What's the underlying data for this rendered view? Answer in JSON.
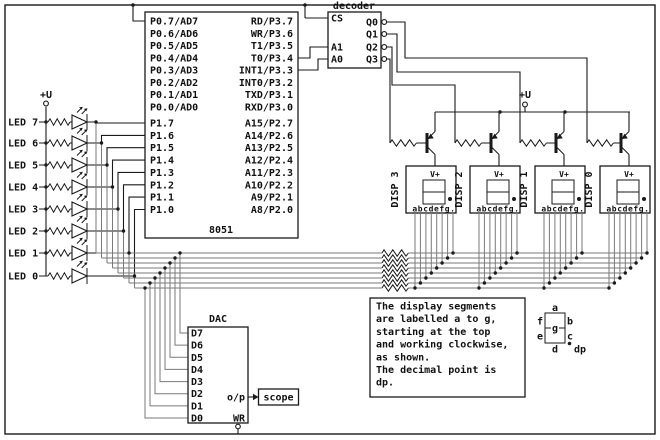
{
  "colors": {
    "background": "#ffffff",
    "ink": "#1a1a1a",
    "bus_wire": "#7a7a7a"
  },
  "power": {
    "label": "+U"
  },
  "mcu": {
    "name": "8051",
    "left_pins": [
      "P0.7/AD7",
      "P0.6/AD6",
      "P0.5/AD5",
      "P0.4/AD4",
      "P0.3/AD3",
      "P0.2/AD2",
      "P0.1/AD1",
      "P0.0/AD0",
      "P1.7",
      "P1.6",
      "P1.5",
      "P1.4",
      "P1.3",
      "P1.2",
      "P1.1",
      "P1.0"
    ],
    "right_pins": [
      "RD/P3.7",
      "WR/P3.6",
      "T1/P3.5",
      "T0/P3.4",
      "INT1/P3.3",
      "INT0/P3.2",
      "TXD/P3.1",
      "RXD/P3.0",
      "A15/P2.7",
      "A14/P2.6",
      "A13/P2.5",
      "A12/P2.4",
      "A11/P2.3",
      "A10/P2.2",
      "A9/P2.1",
      "A8/P2.0"
    ]
  },
  "decoder": {
    "name": "decoder",
    "inputs": [
      "CS",
      "A1",
      "A0"
    ],
    "outputs": [
      "Q0",
      "Q1",
      "Q2",
      "Q3"
    ]
  },
  "led_bank": {
    "labels": [
      "LED 7",
      "LED 6",
      "LED 5",
      "LED 4",
      "LED 3",
      "LED 2",
      "LED 1",
      "LED 0"
    ]
  },
  "display_bank": {
    "names": [
      "DISP 3",
      "DISP 2",
      "DISP 1",
      "DISP 0"
    ],
    "pin_top": "V+",
    "segment_pins": "abcdefg."
  },
  "dac": {
    "name": "DAC",
    "inputs": [
      "D7",
      "D6",
      "D5",
      "D4",
      "D3",
      "D2",
      "D1",
      "D0"
    ],
    "output": "o/p",
    "write": "WR"
  },
  "scope": {
    "label": "scope"
  },
  "note": {
    "lines": [
      "The display segments",
      "are labelled a to g,",
      "starting at the top",
      "and working clockwise,",
      "as shown.",
      "The decimal point is",
      "dp."
    ]
  },
  "segment_key": {
    "a": "a",
    "b": "b",
    "c": "c",
    "d": "d",
    "e": "e",
    "f": "f",
    "g": "g",
    "dp": "dp"
  }
}
